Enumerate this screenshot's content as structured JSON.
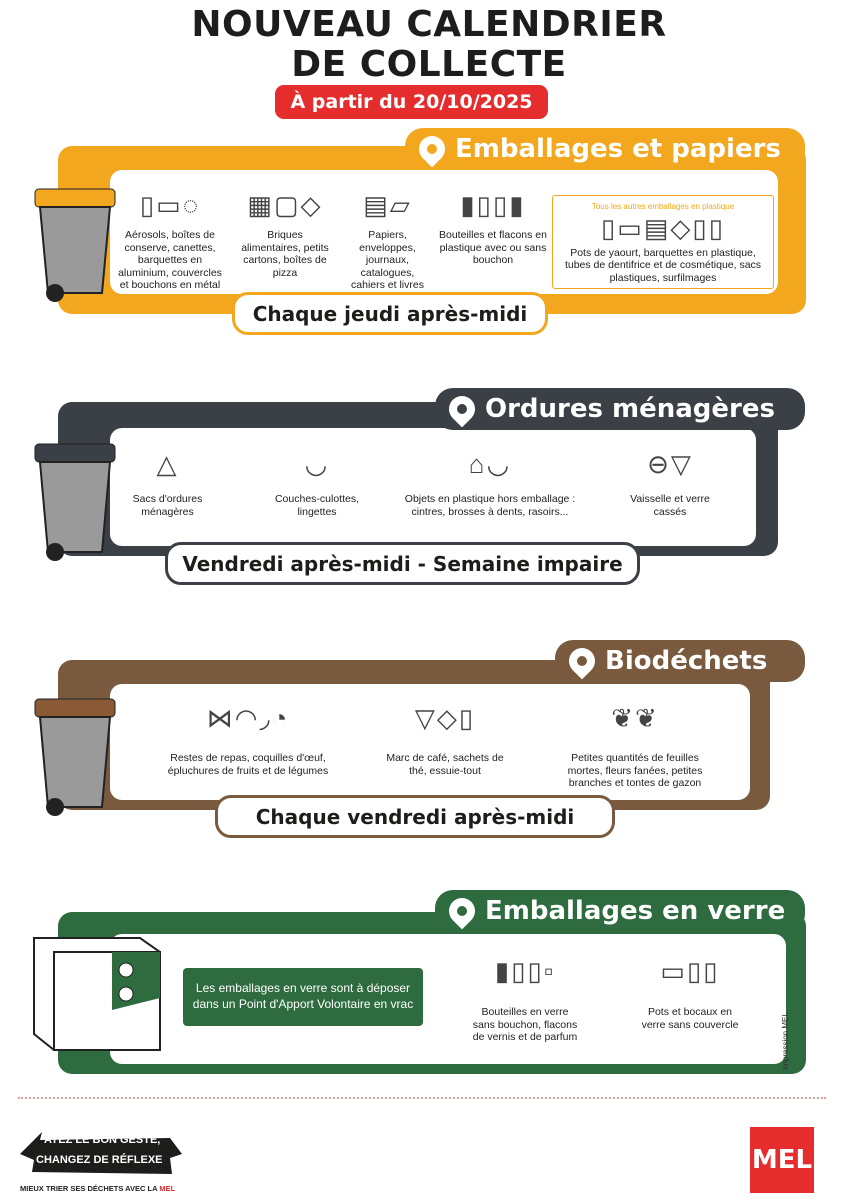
{
  "title": {
    "line1": "NOUVEAU CALENDRIER",
    "line2": "DE COLLECTE",
    "date": "À partir du 20/10/2025"
  },
  "colors": {
    "recycling": "#f3a71f",
    "household": "#3a4046",
    "bio": "#7a5a3e",
    "glass": "#2e6b3f",
    "red": "#e52d2d"
  },
  "sections": [
    {
      "heading": "Emballages et papiers",
      "schedule": "Chaque jeudi après-midi",
      "extra_tag": "Tous les autres emballages en plastique",
      "items": [
        {
          "icon": "cans-icon",
          "label": "Aérosols, boîtes de conserve, canettes, barquettes en aluminium, couvercles et bouchons en métal"
        },
        {
          "icon": "cartons-icon",
          "label": "Briques alimentaires, petits cartons, boîtes de pizza"
        },
        {
          "icon": "papers-icon",
          "label": "Papiers, enveloppes, journaux, catalogues, cahiers et livres"
        },
        {
          "icon": "bottles-icon",
          "label": "Bouteilles et flacons en plastique avec ou sans bouchon"
        },
        {
          "icon": "plastics-icon",
          "label": "Pots de yaourt, barquettes en plastique, tubes de dentifrice et de cosmétique, sacs plastiques, surfilmages"
        }
      ]
    },
    {
      "heading": "Ordures ménagères",
      "schedule": "Vendredi après-midi - Semaine impaire",
      "items": [
        {
          "icon": "trash-bag-icon",
          "label": "Sacs d'ordures ménagères"
        },
        {
          "icon": "diaper-icon",
          "label": "Couches-culottes, lingettes"
        },
        {
          "icon": "hanger-icon",
          "label": "Objets en plastique hors emballage : cintres, brosses à dents, rasoirs..."
        },
        {
          "icon": "broken-dish-icon",
          "label": "Vaisselle et verre cassés"
        }
      ]
    },
    {
      "heading": "Biodéchets",
      "schedule": "Chaque vendredi après-midi",
      "items": [
        {
          "icon": "food-scraps-icon",
          "label": "Restes de repas, coquilles d'œuf, épluchures de fruits et de légumes"
        },
        {
          "icon": "coffee-filter-icon",
          "label": "Marc de café, sachets de thé, essuie-tout"
        },
        {
          "icon": "leaves-icon",
          "label": "Petites quantités de feuilles mortes, fleurs fanées, petites branches et tontes de gazon"
        }
      ]
    },
    {
      "heading": "Emballages en verre",
      "note": "Les emballages en verre sont à déposer dans un Point d'Apport Volontaire en vrac",
      "items": [
        {
          "icon": "glass-bottles-icon",
          "label": "Bouteilles en verre sans bouchon, flacons de vernis et de parfum"
        },
        {
          "icon": "jars-icon",
          "label": "Pots et bocaux en verre sans couvercle"
        }
      ],
      "print_note": "Impression MEL"
    }
  ],
  "footer": {
    "slogan1": "AYEZ LE BON GESTE,",
    "slogan2": "CHANGEZ DE RÉFLEXE",
    "tagline": "MIEUX TRIER SES DÉCHETS AVEC LA",
    "tagline_brand": "MEL",
    "logo": "MEL"
  }
}
